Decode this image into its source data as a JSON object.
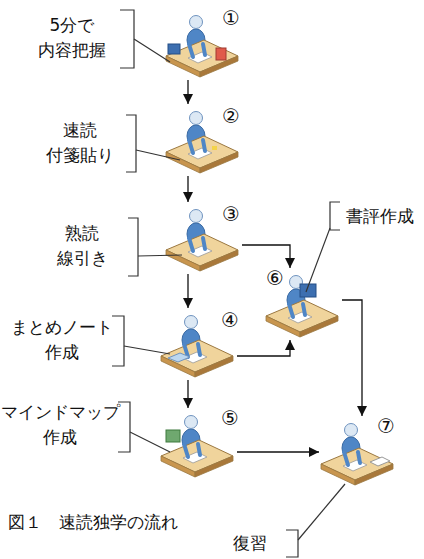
{
  "diagram": {
    "caption": "図１　速読独学の流れ",
    "nodes": [
      {
        "text": [
          "①"
        ]
      },
      {
        "text": [
          "②"
        ]
      },
      {
        "text": [
          "③"
        ]
      },
      {
        "text": [
          "④"
        ]
      },
      {
        "text": [
          "⑤"
        ]
      },
      {
        "text": [
          "⑥"
        ]
      },
      {
        "text": [
          "⑦"
        ]
      }
    ],
    "edges": [
      {
        "from": 0,
        "to": 1,
        "arrow": "to"
      },
      {
        "from": 1,
        "to": 2,
        "arrow": "to"
      },
      {
        "from": 2,
        "to": 3,
        "arrow": "to"
      },
      {
        "from": 2,
        "to": 5,
        "arrow": "to"
      },
      {
        "from": 3,
        "to": 4,
        "arrow": "to"
      },
      {
        "from": 3,
        "to": 5,
        "arrow": "to"
      },
      {
        "from": 4,
        "to": 6,
        "arrow": "to"
      },
      {
        "from": 5,
        "to": 6,
        "arrow": "to"
      }
    ],
    "labels": [
      "5分で 内容把握",
      "速読 付箋貼り",
      "熟読 線引き",
      "書評作成",
      "まとめノート 作成",
      "マインドマップ 作成",
      "復習"
    ]
  }
}
